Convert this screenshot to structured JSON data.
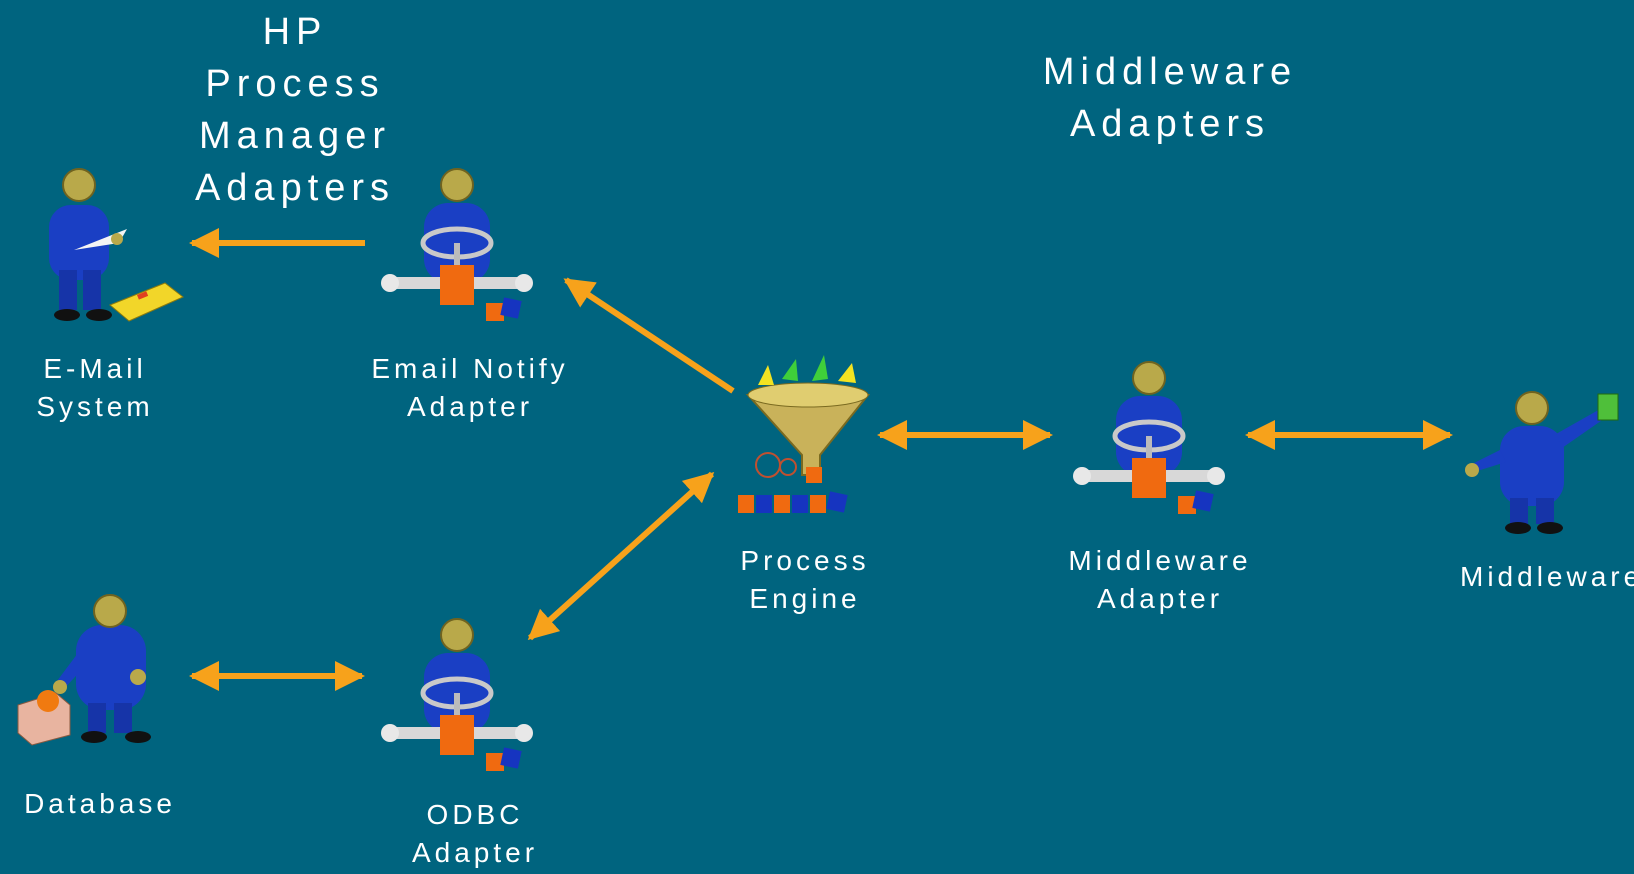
{
  "headings": {
    "hp_adapters": [
      "HP Process",
      "Manager",
      "Adapters"
    ],
    "middleware_adapters": [
      "Middleware",
      "Adapters"
    ]
  },
  "nodes": {
    "email_system": [
      "E-Mail",
      "System"
    ],
    "email_notify_adapter": [
      "Email Notify",
      "Adapter"
    ],
    "process_engine": [
      "Process",
      "Engine"
    ],
    "middleware_adapter": [
      "Middleware",
      "Adapter"
    ],
    "middleware": [
      "Middleware"
    ],
    "database": [
      "Database"
    ],
    "odbc_adapter": [
      "ODBC",
      "Adapter"
    ]
  },
  "colors": {
    "background": "#00647f",
    "arrow": "#f7a21b",
    "figure_body": "#1a3fc4",
    "figure_head": "#b9a94a",
    "valve_box": "#f06a10",
    "text": "#ffffff"
  }
}
